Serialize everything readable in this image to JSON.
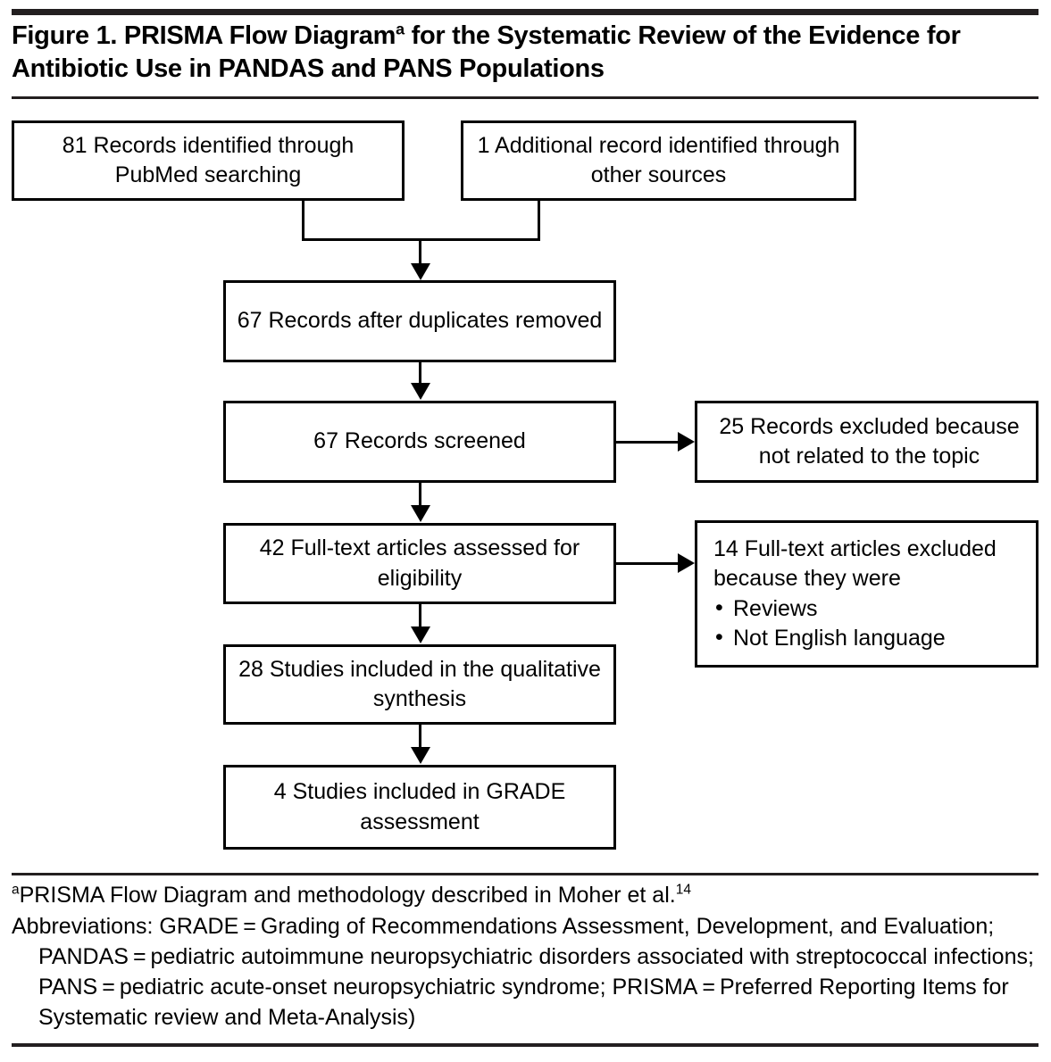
{
  "figure": {
    "title_prefix": "Figure 1. PRISMA Flow Diagram",
    "title_footnote_marker": "a",
    "title_suffix": " for the Systematic Review of the Evidence for Antibiotic Use in PANDAS and PANS Populations"
  },
  "flow": {
    "identification": [
      {
        "id": "records-pubmed",
        "count": "81",
        "text": "81 Records identified through PubMed searching"
      },
      {
        "id": "records-other",
        "count": "1",
        "text": "1 Additional record identified through other sources"
      }
    ],
    "screening": [
      {
        "id": "duplicates-removed",
        "count": "67",
        "text": "67 Records after duplicates removed"
      },
      {
        "id": "records-screened",
        "count": "67",
        "text": "67 Records screened"
      },
      {
        "id": "fulltext-assessed",
        "count": "42",
        "text": "42 Full-text articles assessed for eligibility"
      },
      {
        "id": "qualitative-synthesis",
        "count": "28",
        "text": "28 Studies included in the qualitative synthesis"
      },
      {
        "id": "grade-assessment",
        "count": "4",
        "text": "4 Studies included in GRADE assessment"
      }
    ],
    "excluded": [
      {
        "id": "records-excluded",
        "count": "25",
        "text": "25 Records excluded because not related to the topic"
      },
      {
        "id": "fulltext-excluded",
        "count": "14",
        "heading": "14 Full-text articles excluded because they were",
        "reasons": [
          "Reviews",
          "Not English language"
        ]
      }
    ]
  },
  "footnotes": {
    "marker": "a",
    "note_a": "PRISMA Flow Diagram and methodology described in Moher et al.",
    "note_a_ref": "14",
    "abbreviations_label": "Abbreviations: ",
    "abbreviations_body": "GRADE = Grading of Recommendations Assessment, Development, and Evaluation; PANDAS = pediatric autoimmune neuropsychiatric disorders associated with streptococcal infections; PANS = pediatric acute-onset neuropsychiatric syndrome; PRISMA = Preferred Reporting Items for Systematic review and Meta-Analysis)"
  },
  "colors": {
    "ink": "#000000",
    "rule": "#231f20",
    "background": "#ffffff"
  }
}
